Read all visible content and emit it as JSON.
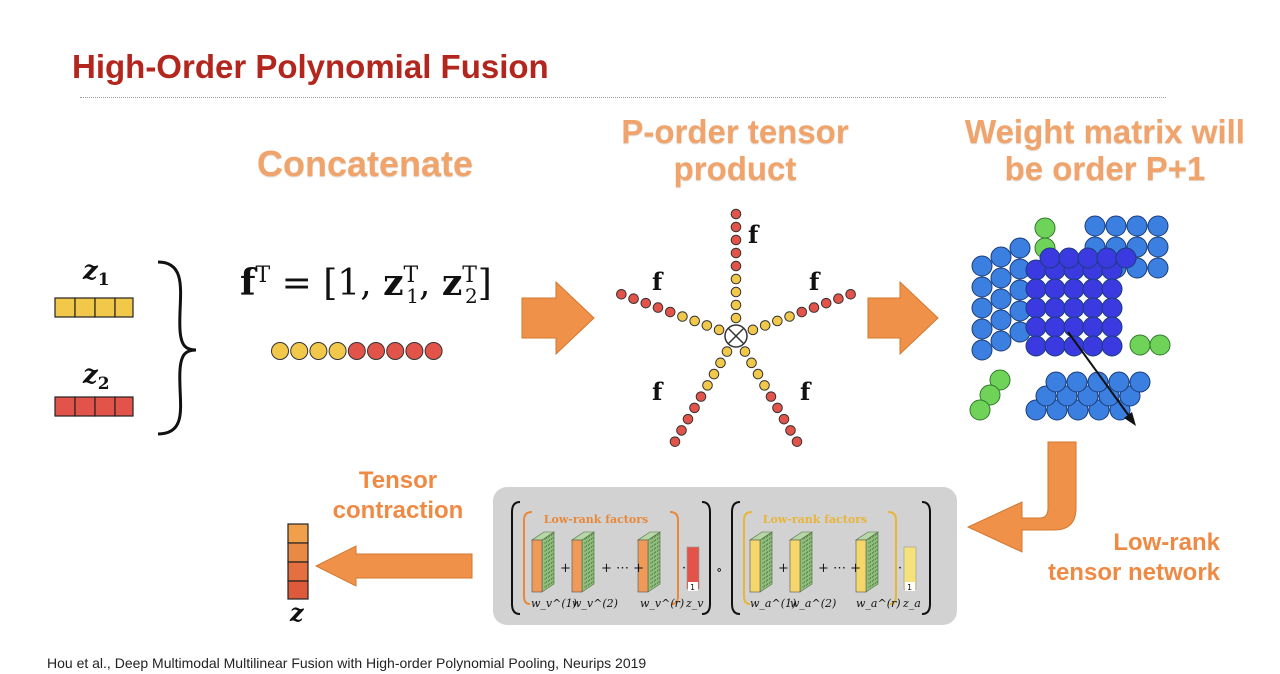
{
  "slide": {
    "title": "High-Order Polynomial Fusion",
    "citation": "Hou et al., Deep Multimodal Multilinear Fusion with High-order Polynomial Pooling, Neurips 2019"
  },
  "concat": {
    "heading": "Concatenate",
    "z1": "z",
    "z1_sub": "1",
    "z2": "z",
    "z2_sub": "2",
    "formula_f": "f",
    "formula_T": "T",
    "formula_eq": " = [1, ",
    "formula_z1": "z",
    "formula_z1_sup": "T",
    "formula_z1_sub": "1",
    "formula_comma": ", ",
    "formula_z2": "z",
    "formula_z2_sup": "T",
    "formula_z2_sub": "2",
    "formula_close": "]",
    "vector_colors": [
      "yellow",
      "yellow",
      "yellow",
      "yellow",
      "red",
      "red",
      "red",
      "red",
      "red"
    ]
  },
  "tensor_product": {
    "heading_line1": "P-order tensor",
    "heading_line2": "product",
    "arm_label": "f",
    "center_symbol": "⊗"
  },
  "weight": {
    "heading_line1": "Weight matrix will",
    "heading_line2": "be order P+1"
  },
  "lowrank": {
    "label_line1": "Low-rank",
    "label_line2": "tensor network",
    "group_title": "Low-rank factors",
    "plus": "+",
    "dots_plus": "+ ⋯ +",
    "dot": "·",
    "circ": "∘",
    "one": "1",
    "v_labels": [
      "w_v^(1)",
      "w_v^(2)",
      "w_v^(r)"
    ],
    "a_labels": [
      "w_a^(1)",
      "w_a^(2)",
      "w_a^(r)"
    ],
    "zv": "z_v",
    "za": "z_a"
  },
  "contraction": {
    "label_line1": "Tensor",
    "label_line2": "contraction",
    "output": "z"
  },
  "colors": {
    "title_red": "#b3261e",
    "heading_orange": "#f0a46b",
    "arrow_orange": "#f0914a",
    "vec_yellow": "#f2c84b",
    "vec_red": "#e2534a",
    "node_blue": "#3b7fe0",
    "node_dark_blue": "#3a3ae0",
    "node_green": "#6fd35a",
    "factor_green": "#8fbf7a"
  }
}
